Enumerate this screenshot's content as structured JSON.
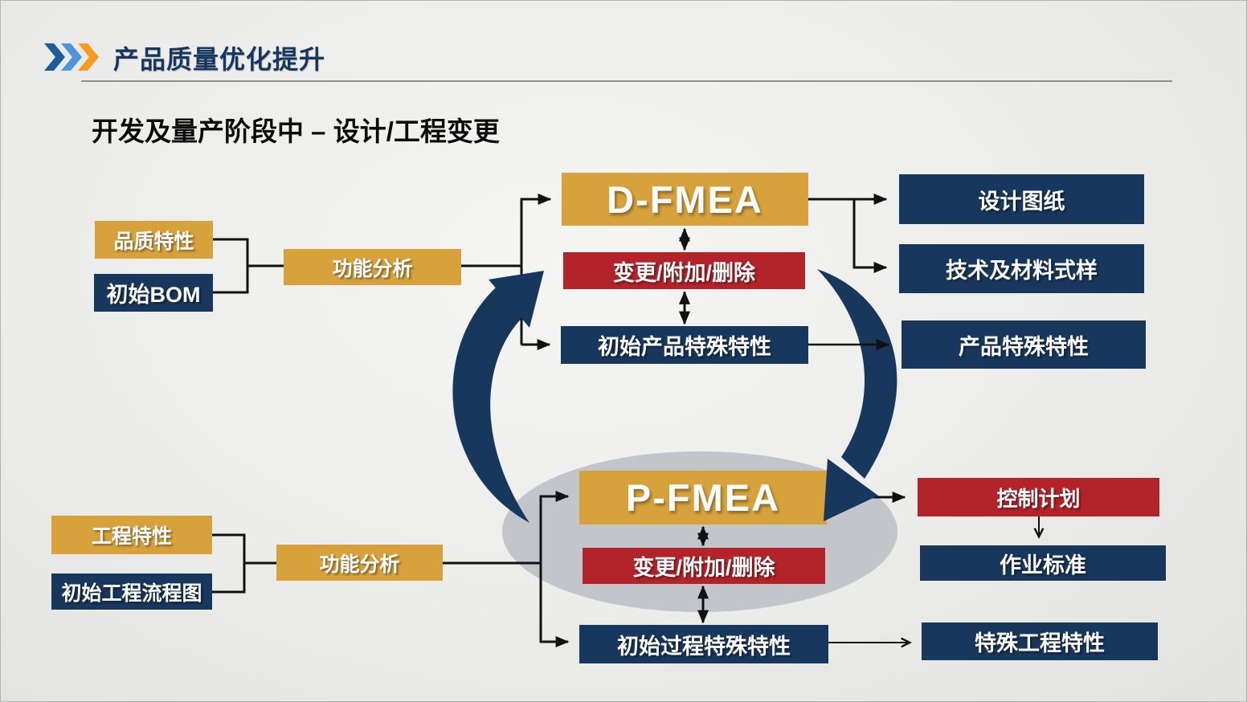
{
  "page": {
    "title": "产品质量优化提升",
    "subtitle": "开发及量产阶段中 – 设计/工程变更"
  },
  "top_flow": {
    "inputs": [
      {
        "label": "品质特性"
      },
      {
        "label": "初始BOM"
      }
    ],
    "analysis": {
      "label": "功能分析"
    },
    "fmea": {
      "label": "D-FMEA"
    },
    "change": {
      "label": "变更/附加/删除"
    },
    "special": {
      "label": "初始产品特殊特性"
    },
    "outputs": [
      {
        "label": "设计图纸"
      },
      {
        "label": "技术及材料式样"
      },
      {
        "label": "产品特殊特性"
      }
    ]
  },
  "bottom_flow": {
    "inputs": [
      {
        "label": "工程特性"
      },
      {
        "label": "初始工程流程图"
      }
    ],
    "analysis": {
      "label": "功能分析"
    },
    "fmea": {
      "label": "P-FMEA"
    },
    "change": {
      "label": "变更/附加/删除"
    },
    "special": {
      "label": "初始过程特殊特性"
    },
    "outputs": [
      {
        "label": "控制计划"
      },
      {
        "label": "作业标准"
      },
      {
        "label": "特殊工程特性"
      }
    ]
  },
  "colors": {
    "gold": "#D7A13C",
    "navy": "#17375D",
    "red": "#B2232A",
    "title_navy": "#17375E",
    "ellipse_gray": "#C2C5CA",
    "line_black": "#111111",
    "chevron_dark_blue": "#1D5C9C",
    "chevron_light_blue": "#4E95DC",
    "chevron_orange": "#F79B20"
  }
}
